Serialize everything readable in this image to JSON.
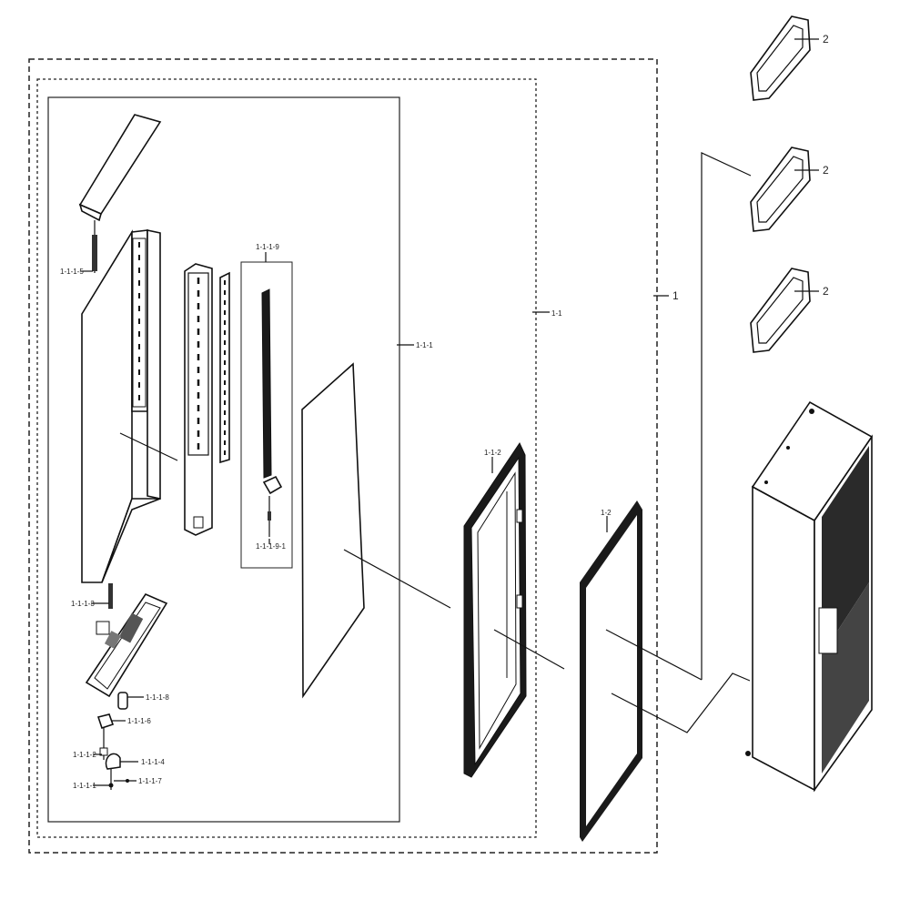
{
  "labels": {
    "l1": "1",
    "l1_1": "1-1",
    "l1_1_1": "1-1-1",
    "l1_1_1_1": "1-1-1-1",
    "l1_1_1_2": "1-1-1-2",
    "l1_1_1_3": "1-1-1-3",
    "l1_1_1_4": "1-1-1-4",
    "l1_1_1_5": "1-1-1-5",
    "l1_1_1_6": "1-1-1-6",
    "l1_1_1_7": "1-1-1-7",
    "l1_1_1_8": "1-1-1-8",
    "l1_1_1_9": "1-1-1-9",
    "l1_1_1_9_1": "1-1-1-9-1",
    "l1_1_2": "1-1-2",
    "l1_2": "1-2",
    "l2": "2"
  },
  "colors": {
    "line": "#111111",
    "background": "#ffffff"
  }
}
